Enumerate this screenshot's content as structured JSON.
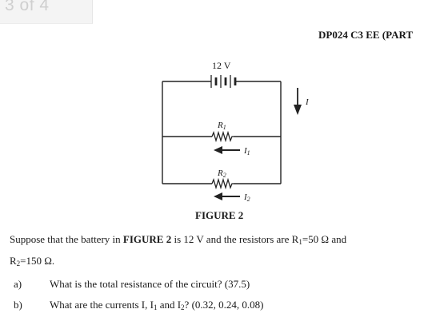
{
  "page_indicator": "3 of 4",
  "header": {
    "code": "DP024 C3 EE (PART"
  },
  "figure": {
    "battery_label": "12 V",
    "r1_label": "R",
    "r1_sub": "1",
    "r2_label": "R",
    "r2_sub": "2",
    "i_label": "I",
    "i1_label": "I",
    "i1_sub": "1",
    "i2_label": "I",
    "i2_sub": "2",
    "caption": "FIGURE 2"
  },
  "problem": {
    "line1_start": "Suppose that the battery in ",
    "line1_ref": "FIGURE 2",
    "line1_end": " is 12 V and the resistors are R",
    "line1_r1_sub": "1",
    "line1_r1_value": "=50 Ω and",
    "line2_r2": "R",
    "line2_r2_sub": "2",
    "line2_r2_value": "=150 Ω."
  },
  "questions": [
    {
      "label": "a)",
      "text": "What is the total resistance of the circuit? (37.5)"
    },
    {
      "label": "b)",
      "text_start": "What are the currents I, I",
      "sub1": "1",
      "text_mid": " and I",
      "sub2": "2",
      "text_end": "? (0.32, 0.24, 0.08)"
    }
  ]
}
